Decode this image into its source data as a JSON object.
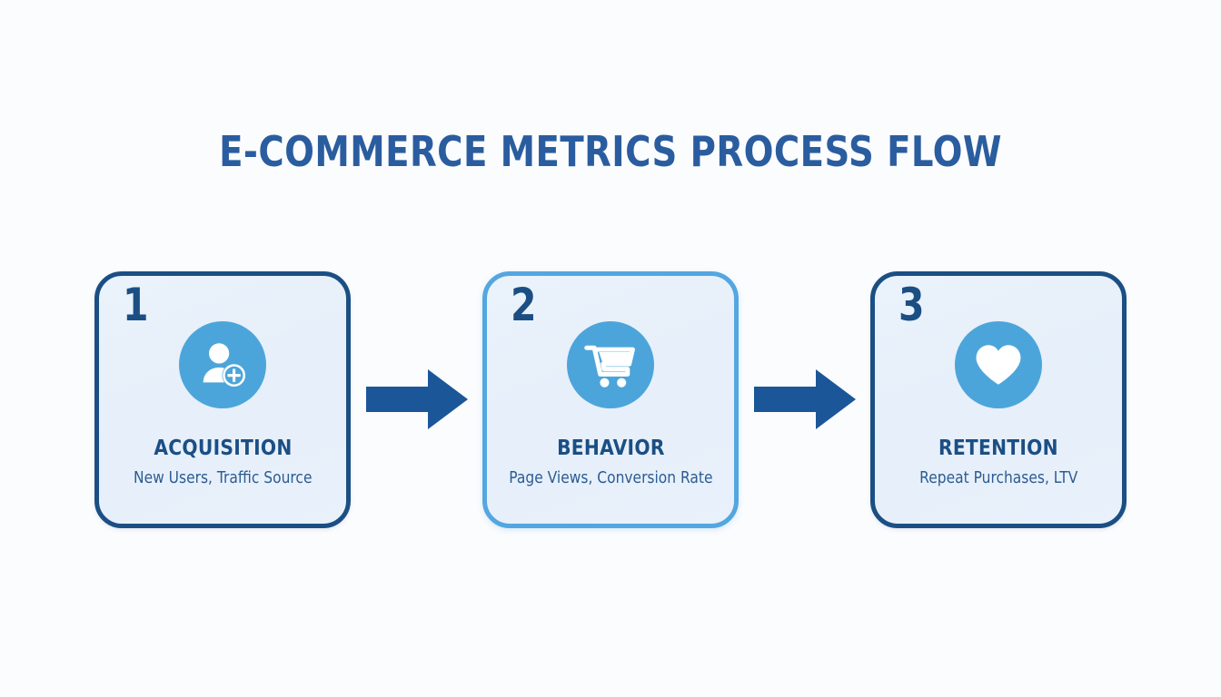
{
  "title": "E-COMMERCE METRICS PROCESS FLOW",
  "colors": {
    "background": "#fbfcfe",
    "title_blue": "#2a5d9f",
    "card_border": "#1b4f84",
    "card_border_active": "#54a6e0",
    "card_fill": "#e8f1fa",
    "icon_circle": "#4ca5da",
    "arrow": "#1b5699",
    "text_dark": "#1b4f84"
  },
  "steps": [
    {
      "number": "1",
      "title": "ACQUISITION",
      "subtitle": "New Users, Traffic Source",
      "icon": "user-add-icon",
      "active": false
    },
    {
      "number": "2",
      "title": "BEHAVIOR",
      "subtitle": "Page Views, Conversion Rate",
      "icon": "shopping-cart-icon",
      "active": true
    },
    {
      "number": "3",
      "title": "RETENTION",
      "subtitle": "Repeat Purchases, LTV",
      "icon": "heart-icon",
      "active": false
    }
  ],
  "connectors": [
    {
      "icon": "arrow-right-icon"
    },
    {
      "icon": "arrow-right-icon"
    }
  ]
}
